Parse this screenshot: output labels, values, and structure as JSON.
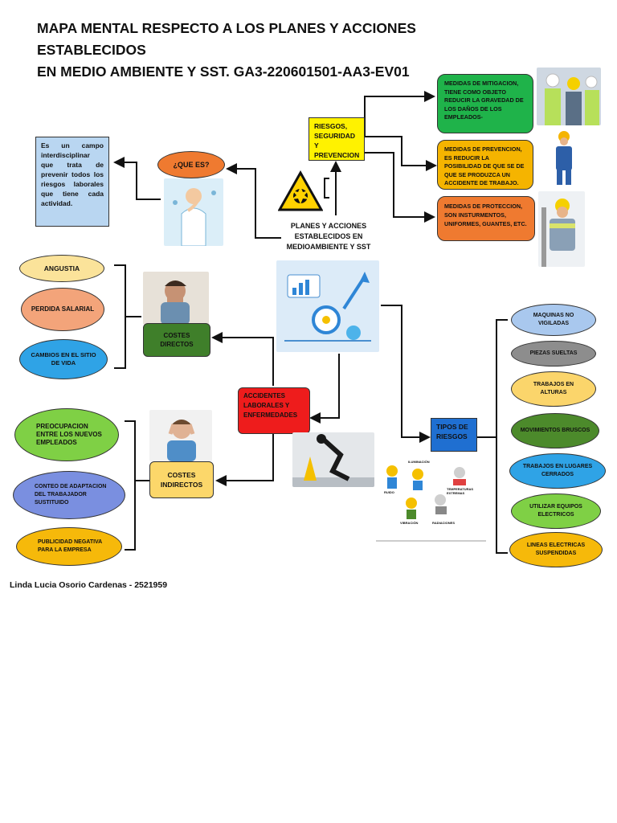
{
  "title": {
    "line1": "MAPA MENTAL RESPECTO A LOS PLANES Y ACCIONES ESTABLECIDOS",
    "line2": "EN MEDIO AMBIENTE Y SST. GA3-220601501-AA3-EV01"
  },
  "center": {
    "label": "PLANES Y ACCIONES ESTABLECIDOS EN MEDIOAMBIENTE Y SST"
  },
  "que_es": {
    "label": "¿QUE ES?",
    "definition": "Es un campo interdisciplinar que trata de prevenir todos los riesgos laborales que tiene cada actividad."
  },
  "riesgos": {
    "label": "RIESGOS, SEGURIDAD Y PREVENCION",
    "measures": [
      {
        "text": "MEDIDAS DE MITIGACION, TIENE COMO OBJETO REDUCIR LA GRAVEDAD DE LOS DAÑOS DE LOS EMPLEADOS-",
        "color": "#1fb34a"
      },
      {
        "text": "MEDIDAS DE PREVENCION, ES REDUCIR LA POSIBILIDAD DE QUE SE DE QUE SE PRODUZCA UN ACCIDENTE DE TRABAJO.",
        "color": "#f5b400"
      },
      {
        "text": "MEDIDAS DE PROTECCION, SON INSTURMENTOS, UNIFORMES, GUANTES, ETC.",
        "color": "#ef7a30"
      }
    ]
  },
  "accidentes": {
    "label": "ACCIDENTES LABORALES Y ENFERMEDADES"
  },
  "costes_directos": {
    "label": "COSTES DIRECTOS",
    "items": [
      {
        "text": "ANGUSTIA",
        "color": "#fbe39a"
      },
      {
        "text": "PERDIDA SALARIAL",
        "color": "#f3a47a"
      },
      {
        "text": "CAMBIOS EN EL SITIO DE VIDA",
        "color": "#2fa3e6"
      }
    ]
  },
  "costes_indirectos": {
    "label": "COSTES INDIRECTOS",
    "items": [
      {
        "text": "PREOCUPACION ENTRE LOS NUEVOS EMPLEADOS",
        "color": "#7fd045"
      },
      {
        "text": "CONTEO DE ADAPTACION DEL TRABAJADOR SUSTITUIDO",
        "color": "#7a8fe0"
      },
      {
        "text": "PUBLICIDAD NEGATIVA PARA LA EMPRESA",
        "color": "#f6b90a"
      }
    ]
  },
  "tipos": {
    "label": "TIPOS DE RIESGOS",
    "items": [
      {
        "text": "MAQUINAS NO VIGILADAS",
        "color": "#a9c8ee"
      },
      {
        "text": "PIEZAS SUELTAS",
        "color": "#8d8d8d"
      },
      {
        "text": "TRABAJOS EN ALTURAS",
        "color": "#fbd56b"
      },
      {
        "text": "MOVIMIENTOS BRUSCOS",
        "color": "#4c8a2b"
      },
      {
        "text": "TRABAJOS EN LUGARES CERRADOS",
        "color": "#2fa3e6"
      },
      {
        "text": "UTILIZAR EQUIPOS ELECTRICOS",
        "color": "#7fd045"
      },
      {
        "text": "LINEAS ELECTRICAS SUSPENDIDAS",
        "color": "#f6b90a"
      }
    ],
    "icon_labels": [
      "RUIDO",
      "ILUMINACIÓN",
      "TEMPERATURAS EXTREMAS",
      "VIBRACIÓN",
      "RADIACIONES"
    ]
  },
  "author": "Linda Lucia Osorio Cardenas - 2521959",
  "colors": {
    "que_es": "#ef7a30",
    "definition": "#b9d6f1",
    "riesgos": "#fff200",
    "accidentes": "#ee1c1c",
    "costes_directos": "#3f7f2a",
    "costes_indirectos": "#fcd76a",
    "tipos": "#1f6fd1"
  }
}
